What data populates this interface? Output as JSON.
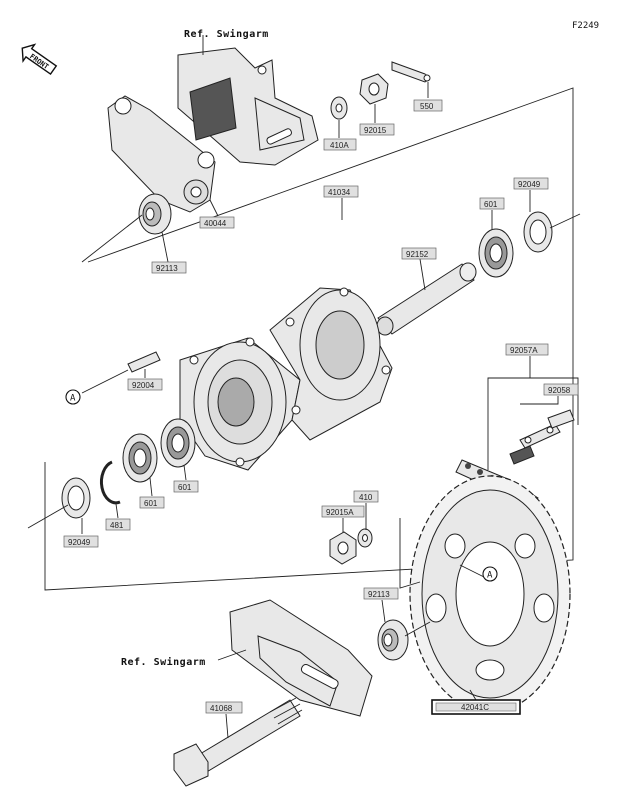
{
  "diagram_code": "F2249",
  "front_label": "FRONT",
  "ref_labels": {
    "top": "Ref. Swingarm",
    "bottom": "Ref. Swingarm"
  },
  "callout_marker": "A",
  "part_labels": {
    "p550": "550",
    "p92015": "92015",
    "p410A": "410A",
    "p41034": "41034",
    "p92049_top": "92049",
    "p601_top": "601",
    "p40044": "40044",
    "p92113_top": "92113",
    "p92152": "92152",
    "p92057A": "92057A",
    "p92058": "92058",
    "p92004": "92004",
    "p601_a": "601",
    "p601_b": "601",
    "p481": "481",
    "p92049_bottom": "92049",
    "p410": "410",
    "p92015A": "92015A",
    "p92113_bottom": "92113",
    "p42041C": "42041C",
    "p41068": "41068"
  }
}
